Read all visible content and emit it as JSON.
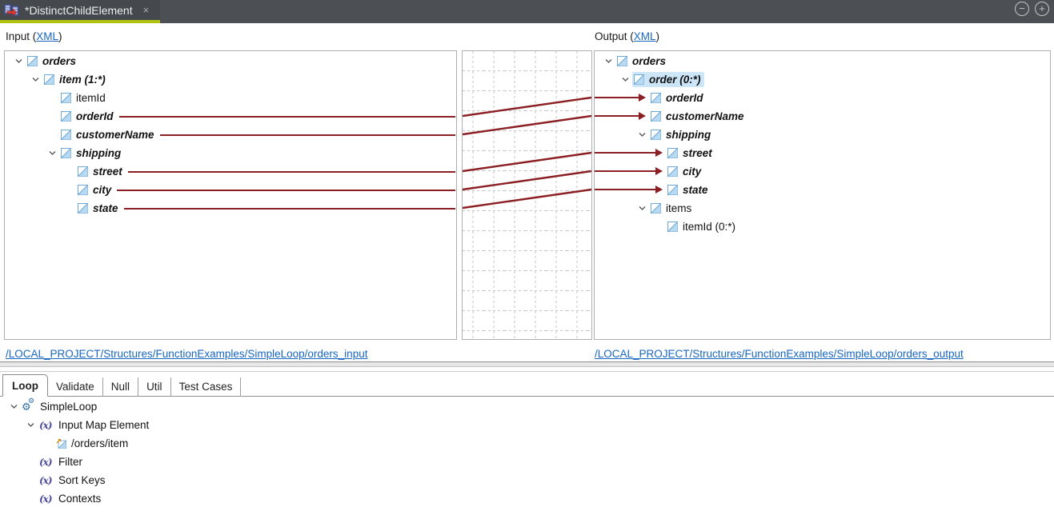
{
  "window": {
    "tab_title": "*DistinctChildElement",
    "close_icon": "×",
    "zoom_out_icon": "−",
    "zoom_in_icon": "+"
  },
  "headers": {
    "input_prefix": "Input (",
    "output_prefix": "Output (",
    "xml_link": "XML",
    "suffix": ")"
  },
  "input_panel": {
    "nodes": [
      "orders",
      "item (1:*)",
      "itemId",
      "orderId",
      "customerName",
      "shipping",
      "street",
      "city",
      "state"
    ],
    "link": "/LOCAL_PROJECT/Structures/FunctionExamples/SimpleLoop/orders_input"
  },
  "output_panel": {
    "nodes": [
      "orders",
      "order (0:*)",
      "orderId",
      "customerName",
      "shipping",
      "street",
      "city",
      "state",
      "items",
      "itemId (0:*)"
    ],
    "link": "/LOCAL_PROJECT/Structures/FunctionExamples/SimpleLoop/orders_output"
  },
  "tabs": {
    "loop": "Loop",
    "validate": "Validate",
    "null": "Null",
    "util": "Util",
    "test_cases": "Test Cases"
  },
  "loop_tree": {
    "nodes": [
      "SimpleLoop",
      "Input Map Element",
      "/orders/item",
      "Filter",
      "Sort Keys",
      "Contexts"
    ],
    "fx_icon": "(x)",
    "gear_icon": "⚙"
  },
  "colors": {
    "accent_green": "#b0c310",
    "map_line_red": "#8b1f24",
    "link_blue": "#1866c0",
    "selection_blue": "#cde6f7"
  }
}
